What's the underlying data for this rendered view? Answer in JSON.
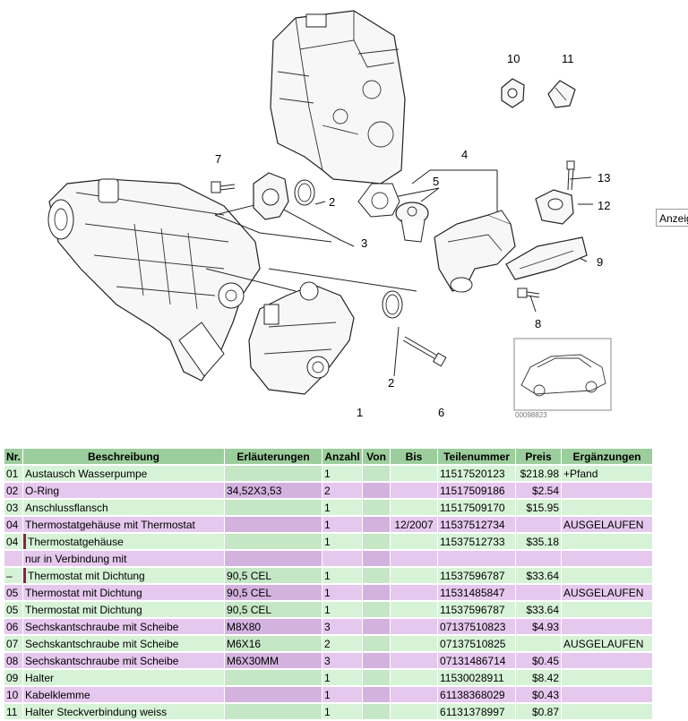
{
  "diagram": {
    "callouts": [
      "10",
      "11",
      "7",
      "4",
      "5",
      "13",
      "2",
      "12",
      "3",
      "9",
      "8",
      "2",
      "1",
      "6"
    ],
    "image_code": "00098823"
  },
  "side_button": {
    "label": "Anzeigen"
  },
  "table": {
    "headers": [
      "Nr.",
      "Beschreibung",
      "Erläuterungen",
      "Anzahl",
      "Von",
      "Bis",
      "Teilenummer",
      "Preis",
      "Ergänzungen"
    ],
    "rows": [
      {
        "nr": "01",
        "desc": "Austausch Wasserpumpe",
        "expl": "",
        "qty": "1",
        "von": "",
        "bis": "",
        "part": "11517520123",
        "price": "$218.98",
        "extra": "+Pfand"
      },
      {
        "nr": "02",
        "desc": "O-Ring",
        "expl": "34,52X3,53",
        "qty": "2",
        "von": "",
        "bis": "",
        "part": "11517509186",
        "price": "$2.54",
        "extra": ""
      },
      {
        "nr": "03",
        "desc": "Anschlussflansch",
        "expl": "",
        "qty": "1",
        "von": "",
        "bis": "",
        "part": "11517509170",
        "price": "$15.95",
        "extra": ""
      },
      {
        "nr": "04",
        "desc": "Thermostatgehäuse mit Thermostat",
        "expl": "",
        "qty": "1",
        "von": "",
        "bis": "12/2007",
        "part": "11537512734",
        "price": "",
        "extra": "AUSGELAUFEN"
      },
      {
        "nr": "04",
        "desc": "Thermostatgehäuse",
        "expl": "",
        "qty": "1",
        "von": "",
        "bis": "",
        "part": "11537512733",
        "price": "$35.18",
        "extra": ""
      },
      {
        "nr": "",
        "desc": "nur in Verbindung mit",
        "expl": "",
        "qty": "",
        "von": "",
        "bis": "",
        "part": "",
        "price": "",
        "extra": ""
      },
      {
        "nr": "–",
        "desc": "Thermostat mit Dichtung",
        "expl": "90,5 CEL",
        "qty": "1",
        "von": "",
        "bis": "",
        "part": "11537596787",
        "price": "$33.64",
        "extra": ""
      },
      {
        "nr": "05",
        "desc": "Thermostat mit Dichtung",
        "expl": "90,5 CEL",
        "qty": "1",
        "von": "",
        "bis": "",
        "part": "11531485847",
        "price": "",
        "extra": "AUSGELAUFEN"
      },
      {
        "nr": "05",
        "desc": "Thermostat mit Dichtung",
        "expl": "90,5 CEL",
        "qty": "1",
        "von": "",
        "bis": "",
        "part": "11537596787",
        "price": "$33.64",
        "extra": ""
      },
      {
        "nr": "06",
        "desc": "Sechskantschraube mit Scheibe",
        "expl": "M8X80",
        "qty": "3",
        "von": "",
        "bis": "",
        "part": "07137510823",
        "price": "$4.93",
        "extra": ""
      },
      {
        "nr": "07",
        "desc": "Sechskantschraube mit Scheibe",
        "expl": "M6X16",
        "qty": "2",
        "von": "",
        "bis": "",
        "part": "07137510825",
        "price": "",
        "extra": "AUSGELAUFEN"
      },
      {
        "nr": "08",
        "desc": "Sechskantschraube mit Scheibe",
        "expl": "M6X30MM",
        "qty": "3",
        "von": "",
        "bis": "",
        "part": "07131486714",
        "price": "$0.45",
        "extra": ""
      },
      {
        "nr": "09",
        "desc": "Halter",
        "expl": "",
        "qty": "1",
        "von": "",
        "bis": "",
        "part": "11530028911",
        "price": "$8.42",
        "extra": ""
      },
      {
        "nr": "10",
        "desc": "Kabelklemme",
        "expl": "",
        "qty": "1",
        "von": "",
        "bis": "",
        "part": "61138368029",
        "price": "$0.43",
        "extra": ""
      },
      {
        "nr": "11",
        "desc": "Halter Steckverbindung weiss",
        "expl": "",
        "qty": "1",
        "von": "",
        "bis": "",
        "part": "61131378997",
        "price": "$0.87",
        "extra": ""
      }
    ]
  }
}
